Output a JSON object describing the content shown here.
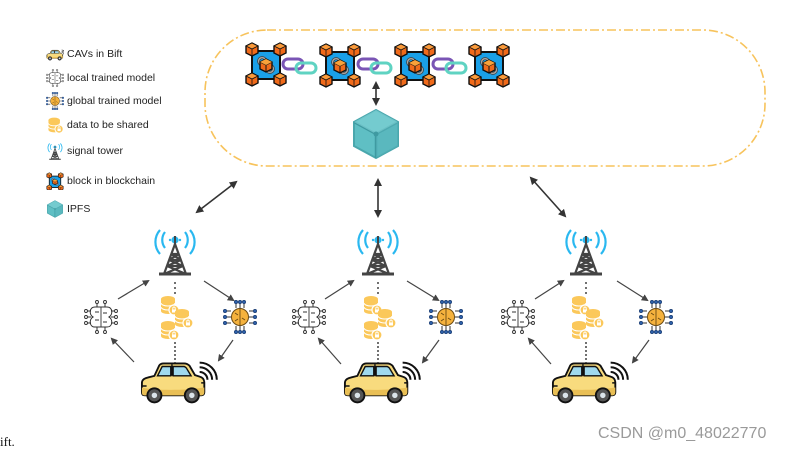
{
  "legend": {
    "items": [
      {
        "icon": "car-icon",
        "label": "CAVs in Bift"
      },
      {
        "icon": "local-model-icon",
        "label": "local trained model"
      },
      {
        "icon": "global-model-icon",
        "label": "global trained model"
      },
      {
        "icon": "data-coins-icon",
        "label": "data to be shared"
      },
      {
        "icon": "signal-tower-icon",
        "label": "signal tower"
      },
      {
        "icon": "block-icon",
        "label": "block in blockchain"
      },
      {
        "icon": "ipfs-cube-icon",
        "label": "IPFS"
      }
    ]
  },
  "diagram": {
    "blockchain_blocks": 4,
    "clusters": 3,
    "colors": {
      "dash_border": "#f7c35c",
      "block_blue": "#1aa0e8",
      "block_corner": "#f06a1a",
      "link_purple": "#7a55b5",
      "link_teal": "#5fd3c2",
      "ipfs_cube": "#5fbfc4",
      "tower_signal": "#2ab8f0",
      "coin": "#fbc85a",
      "car_body": "#f8db7e",
      "arrow": "#333333"
    }
  },
  "caption": "ift.",
  "watermark": "CSDN @m0_48022770"
}
